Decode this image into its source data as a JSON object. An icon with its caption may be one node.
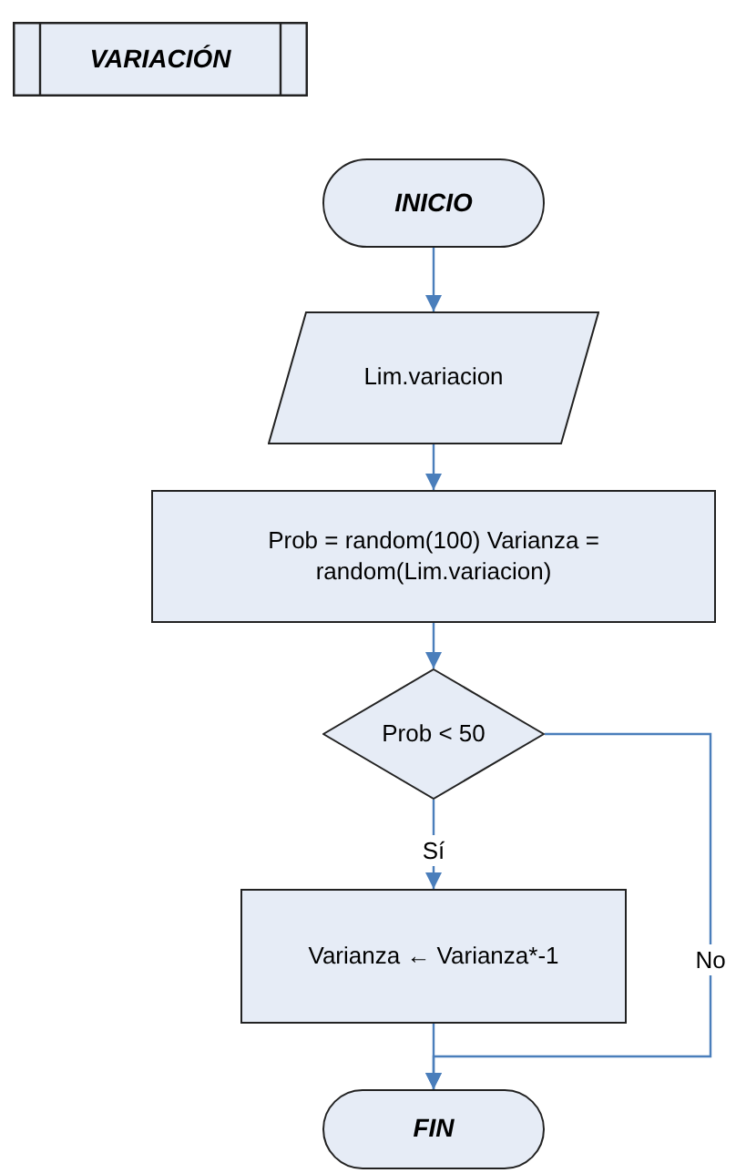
{
  "diagram": {
    "nodes": [
      {
        "text": [
          "VARIACIÓN"
        ]
      },
      {
        "text": [
          "INICIO"
        ]
      },
      {
        "text": [
          "Lim.variacion"
        ]
      },
      {
        "text": [
          "Prob = random(100) Varianza = random(Lim.variacion)"
        ]
      },
      {
        "text": [
          "Prob < 50"
        ]
      },
      {
        "text": [
          "Varianza ← Varianza*-1"
        ]
      },
      {
        "text": [
          "FIN"
        ]
      }
    ],
    "edges": [
      {
        "from": 1,
        "to": 2,
        "arrow": "to"
      },
      {
        "from": 2,
        "to": 3,
        "arrow": "to"
      },
      {
        "from": 3,
        "to": 4,
        "arrow": "to"
      },
      {
        "from": 4,
        "to": 5,
        "arrow": "to",
        "label": "Sí"
      },
      {
        "from": 4,
        "to": 6,
        "arrow": "to",
        "label": "No"
      },
      {
        "from": 5,
        "to": 6,
        "arrow": "to"
      }
    ]
  }
}
